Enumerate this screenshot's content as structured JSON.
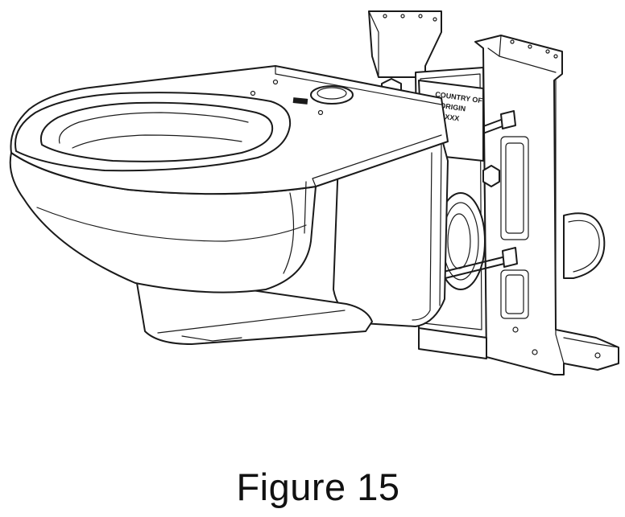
{
  "figure": {
    "caption": "Figure 15",
    "label_lines": [
      "COUNTRY OF",
      "ORIGIN",
      "XXX"
    ]
  }
}
